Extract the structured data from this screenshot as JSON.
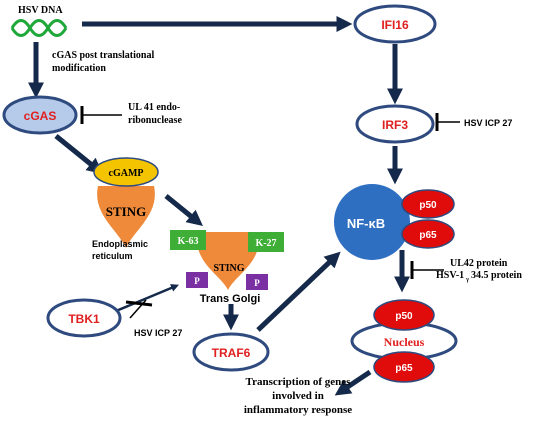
{
  "colors": {
    "arrow": "#152a4a",
    "node_fill": "#ffffff",
    "node_stroke": "#2e4a7e",
    "node_text": "#e02020",
    "cgas_fill": "#b6cbe9",
    "cgamp_fill": "#f5c400",
    "sting_fill": "#f08a3b",
    "kbox_fill": "#3fae36",
    "p_fill": "#7a2fa2",
    "nfkb_fill": "#2f6fc2",
    "sub_fill": "#e00b0b",
    "dna": "#1fa83a",
    "label": "#000000"
  },
  "labels": {
    "hsv_dna": "HSV DNA",
    "cgas_ptm_line1": "cGAS post translational",
    "cgas_ptm_line2": "modification",
    "ul41_line1": "UL 41 endo-",
    "ul41_line2": "ribonuclease",
    "hsv_icp27_irf3": "HSV ICP 27",
    "er_line1": "Endoplasmic",
    "er_line2": "reticulum",
    "trans_golgi": "Trans Golgi",
    "hsv_icp27_tbk1": "HSV ICP 27",
    "ul42": "UL42 protein",
    "hsv_prefix": "HSV-1",
    "hsv_gamma": "γ",
    "hsv_suffix": "34.5 protein",
    "transcription_line1": "Transcription of genes",
    "transcription_line2": "involved in",
    "transcription_line3": "inflammatory response"
  },
  "nodes": {
    "ifi16": "IFI16",
    "irf3": "IRF3",
    "cgas": "cGAS",
    "cgamp": "cGAMP",
    "sting_er": "STING",
    "sting_golgi": "STING",
    "k63": "K-63",
    "k27": "K-27",
    "p_left": "P",
    "p_right": "P",
    "tbk1": "TBK1",
    "traf6": "TRAF6",
    "nfkb": "NF-κB",
    "nfkb_p50": "p50",
    "nfkb_p65": "p65",
    "nucleus": "Nucleus",
    "nucleus_p50": "p50",
    "nucleus_p65": "p65"
  }
}
